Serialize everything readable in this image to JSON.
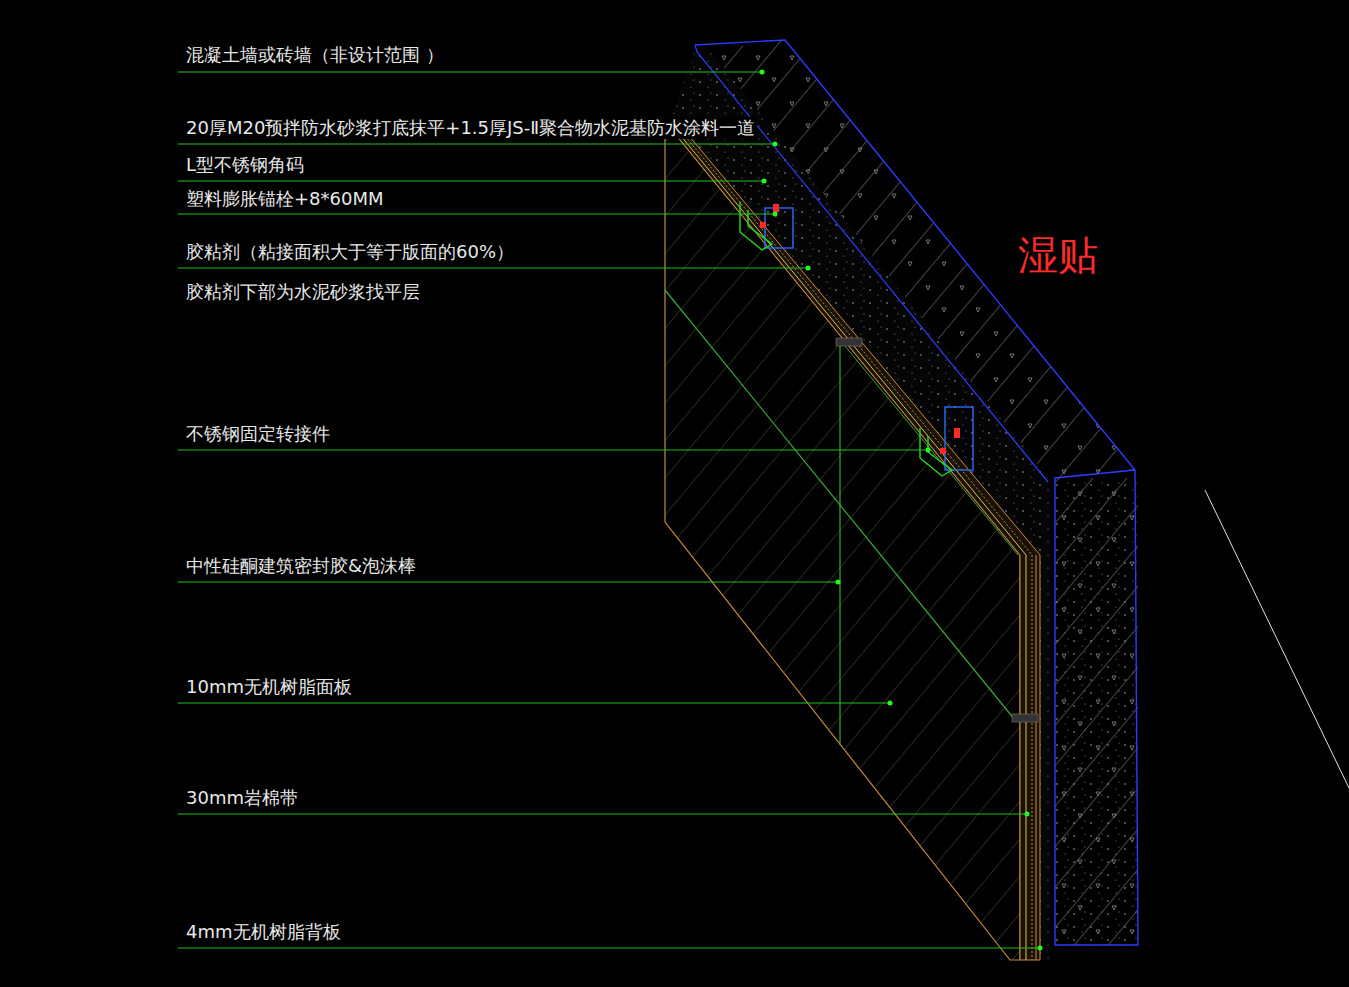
{
  "diagram": {
    "labels": [
      "混凝土墙或砖墙（非设计范围 ）",
      "20厚M20预拌防水砂浆打底抹平+1.5厚JS-Ⅱ聚合物水泥基防水涂料一道",
      "L型不锈钢角码",
      "塑料膨胀锚栓+8*60MM",
      "胶粘剂（粘接面积大于等于版面的60%）",
      "胶粘剂下部为水泥砂浆找平层",
      "不锈钢固定转接件",
      "中性硅酮建筑密封胶&泡沫棒",
      "10mm无机树脂面板",
      "30mm岩棉带",
      "4mm无机树脂背板",
      "湿贴"
    ]
  }
}
